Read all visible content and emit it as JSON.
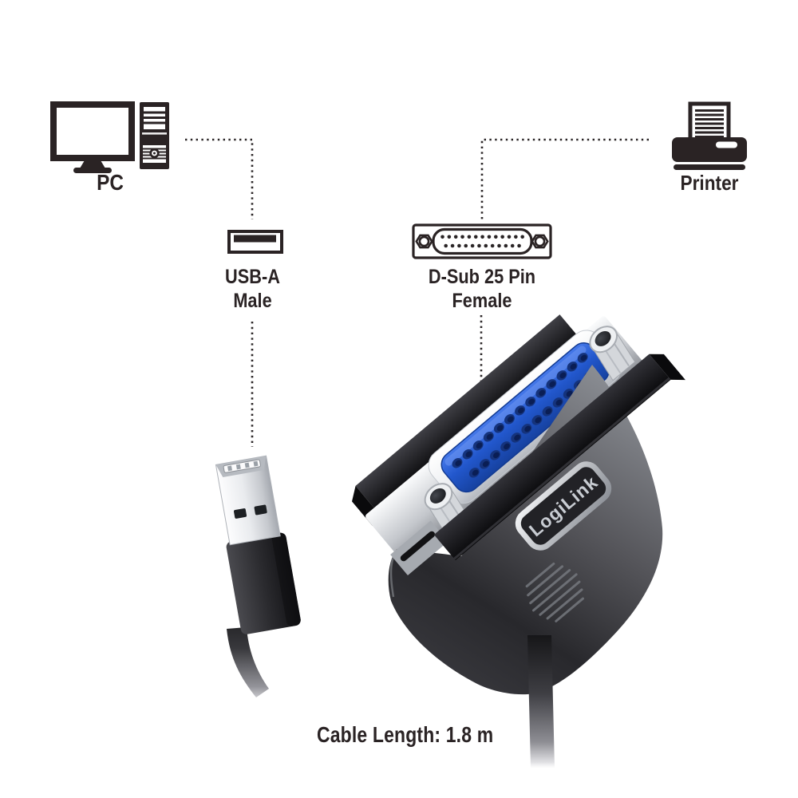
{
  "page": {
    "background": "#ffffff"
  },
  "diagram": {
    "line_color": "#2a2526",
    "pc": {
      "label": "PC",
      "icon": "desktop-pc-icon"
    },
    "printer": {
      "label": "Printer",
      "icon": "printer-icon"
    },
    "usb": {
      "line1": "USB-A",
      "line2": "Male",
      "icon": "usb-a-port-icon"
    },
    "dsub": {
      "line1": "D-Sub 25 Pin",
      "line2": "Female",
      "icon": "dsub-25-female-icon",
      "pin_count": 25,
      "pin_rows": [
        13,
        12
      ]
    },
    "cable_length": "Cable Length: 1.8 m"
  },
  "product": {
    "brand": "LogiLink",
    "connector_blue": "#2257cc",
    "pin_rows": [
      13,
      12
    ]
  }
}
